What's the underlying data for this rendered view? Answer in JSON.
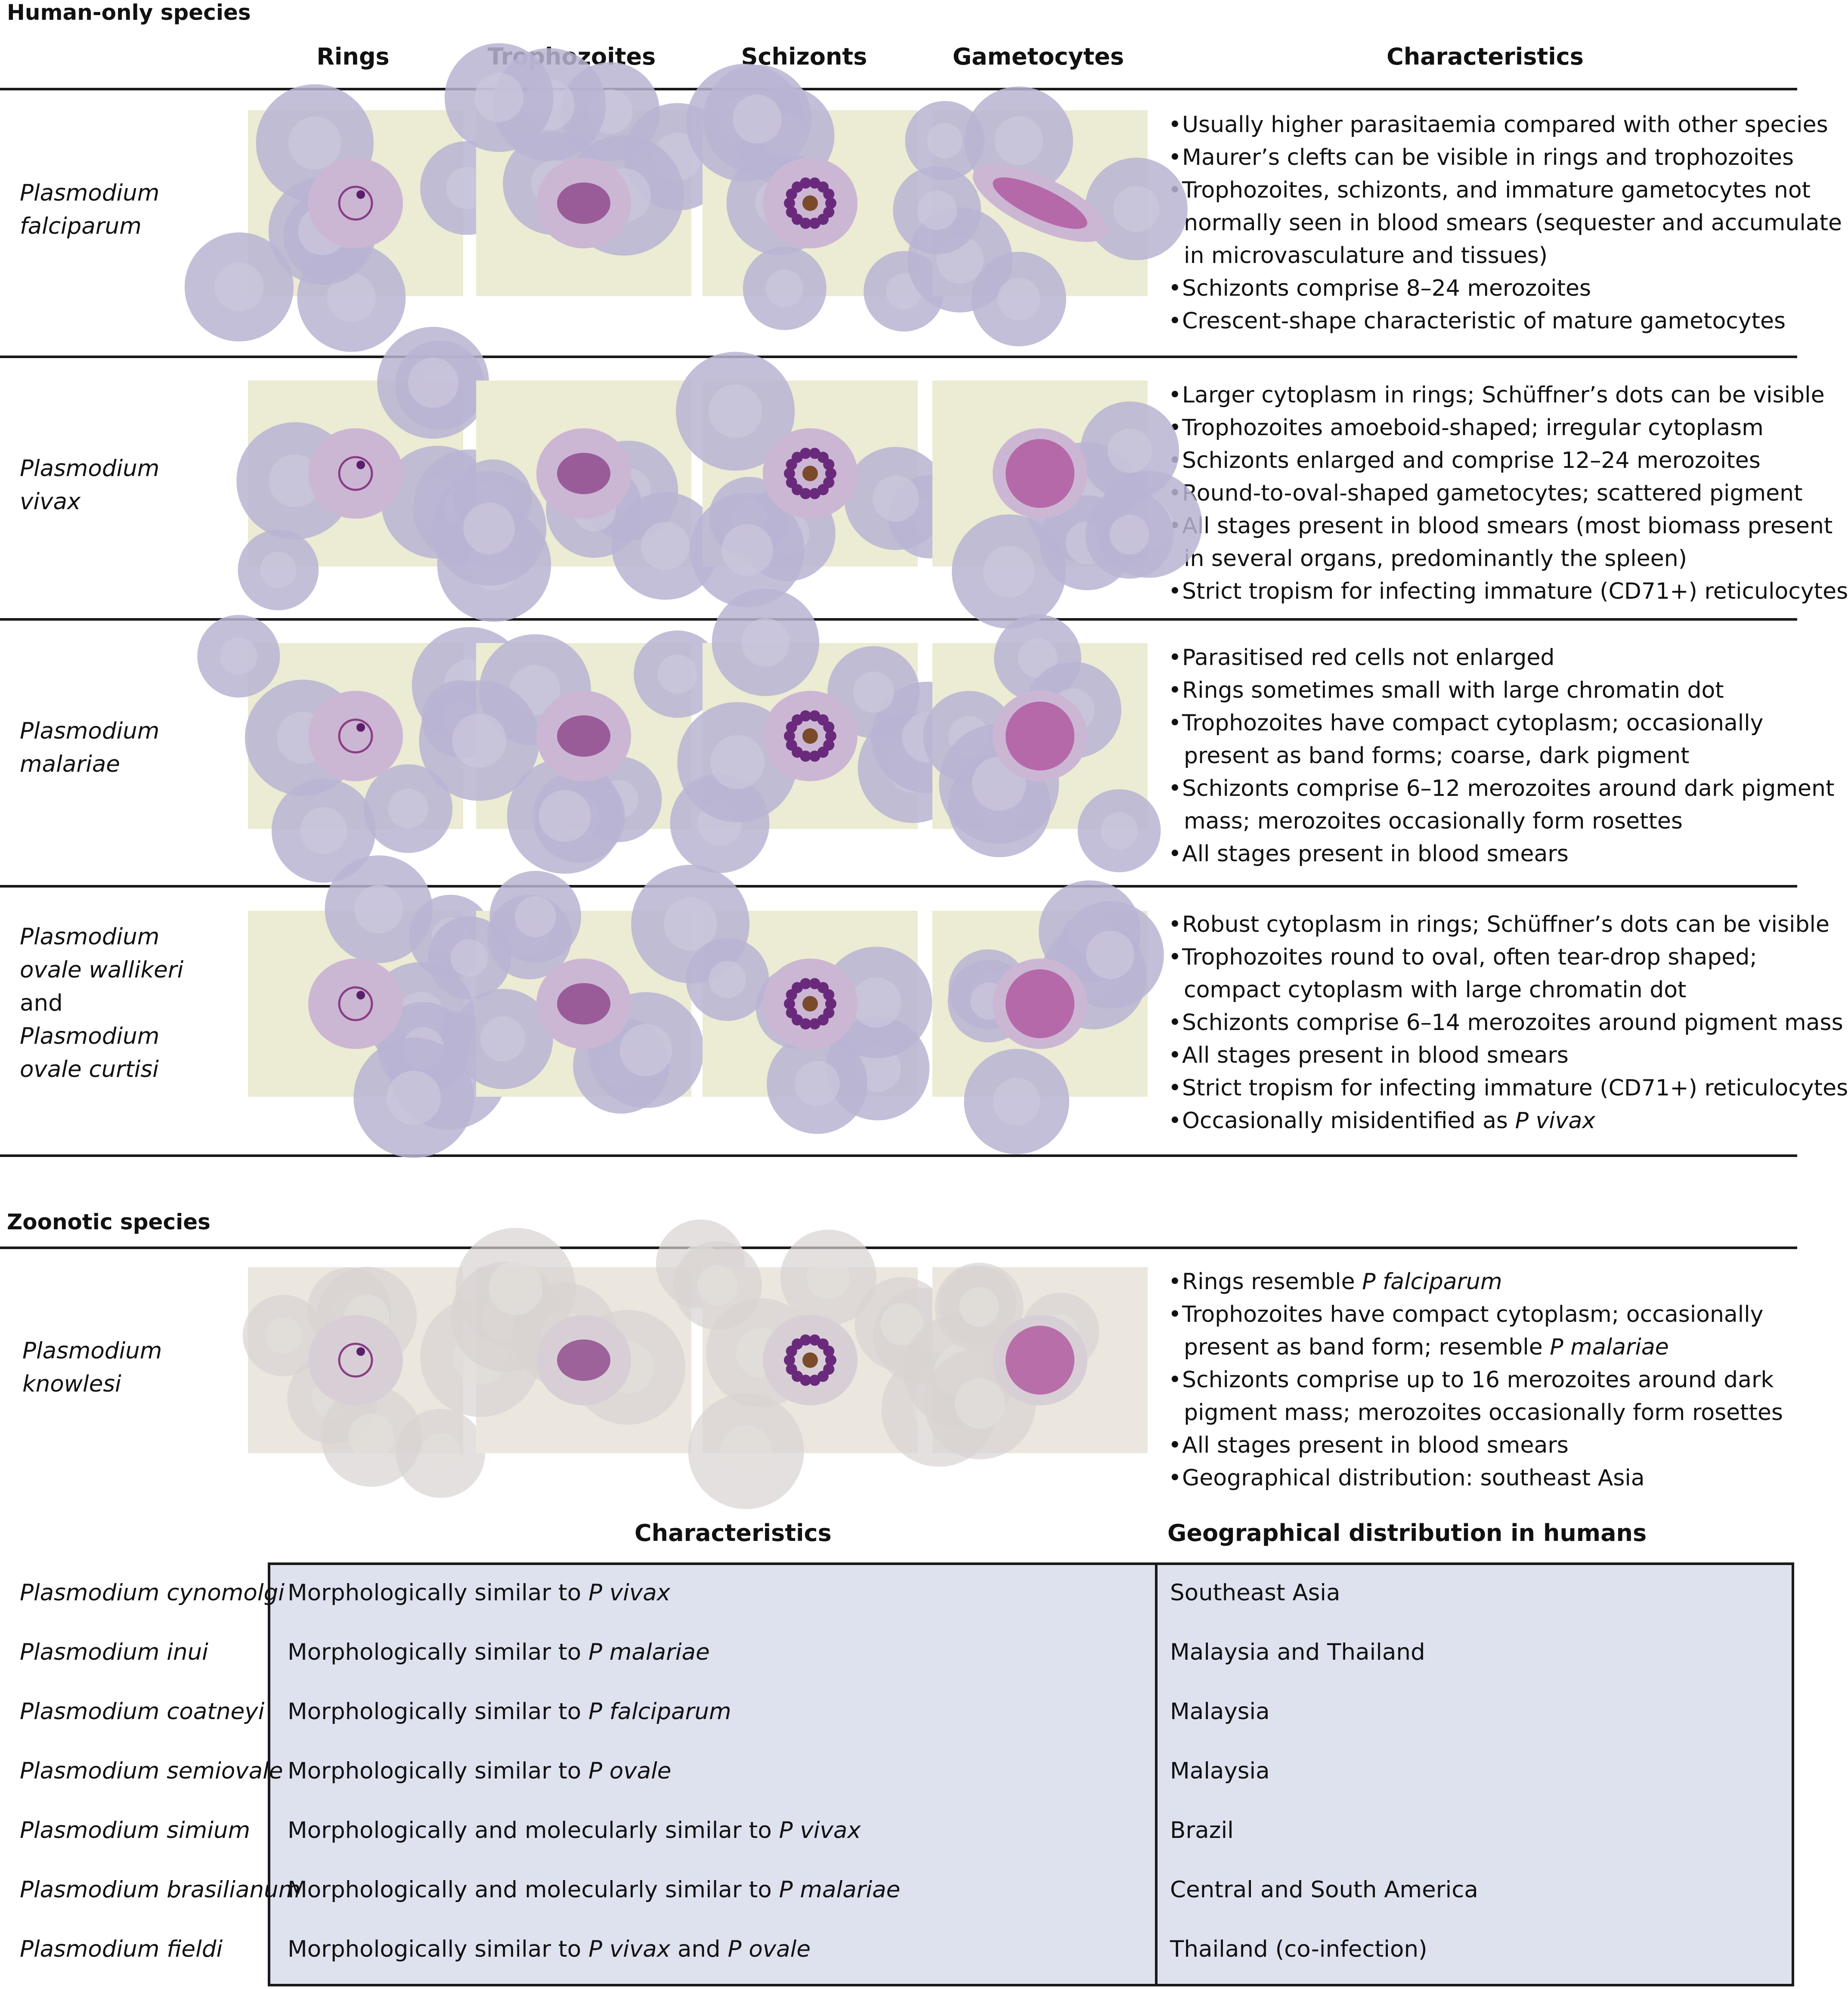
{
  "human_section": {
    "title": "Human-only species",
    "columns": [
      "Rings",
      "Trophozoites",
      "Schizonts",
      "Gametocytes",
      "Characteristics"
    ],
    "rows": [
      {
        "species_lines": [
          "Plasmodium",
          "falciparum"
        ],
        "characteristics": [
          {
            "text": "Usually higher parasitaemia compared  with other species",
            "bullet": true
          },
          {
            "text": "Maurer’s clefts can be visible in rings and trophozoites",
            "bullet": true
          },
          {
            "text": "Trophozoites, schizonts, and immature gametocytes not",
            "bullet": true
          },
          {
            "text": "normally seen in blood smears (sequester and accumulate",
            "bullet": false
          },
          {
            "text": "in microvasculature and tissues)",
            "bullet": false
          },
          {
            "text": "Schizonts comprise 8–24 merozoites",
            "bullet": true
          },
          {
            "text": "Crescent-shape characteristic of mature gametocytes",
            "bullet": true
          }
        ]
      },
      {
        "species_lines": [
          "Plasmodium",
          "vivax"
        ],
        "characteristics": [
          {
            "text": "Larger cytoplasm in rings; Schüffner’s dots can be visible",
            "bullet": true
          },
          {
            "text": "Trophozoites amoeboid-shaped; irregular cytoplasm",
            "bullet": true
          },
          {
            "text": "Schizonts enlarged and comprise 12–24 merozoites",
            "bullet": true
          },
          {
            "text": "Round-to-oval-shaped gametocytes; scattered pigment",
            "bullet": true
          },
          {
            "text": "All stages present in blood smears (most biomass present",
            "bullet": true
          },
          {
            "text": "in several organs, predominantly the spleen)",
            "bullet": false
          },
          {
            "text": "Strict tropism for infecting immature (CD71+) reticulocytes",
            "bullet": true
          }
        ]
      },
      {
        "species_lines": [
          "Plasmodium",
          "malariae"
        ],
        "characteristics": [
          {
            "text": "Parasitised red cells not enlarged",
            "bullet": true
          },
          {
            "text": "Rings sometimes small with large chromatin dot",
            "bullet": true
          },
          {
            "text": "Trophozoites have compact cytoplasm; occasionally",
            "bullet": true
          },
          {
            "text": "present as band forms; coarse, dark pigment",
            "bullet": false
          },
          {
            "text": "Schizonts comprise 6–12 merozoites around dark pigment",
            "bullet": true
          },
          {
            "text": "mass; merozoites occasionally form rosettes",
            "bullet": false
          },
          {
            "text": "All stages present in blood smears",
            "bullet": true
          }
        ]
      },
      {
        "species_lines": [
          "Plasmodium",
          "ovale wallikeri",
          "and",
          "Plasmodium",
          "ovale curtisi"
        ],
        "characteristics": [
          {
            "text": "Robust cytoplasm in rings; Schüffner’s dots can be visible",
            "bullet": true
          },
          {
            "text": "Trophozoites round to oval, often tear-drop shaped;",
            "bullet": true
          },
          {
            "text": "compact cytoplasm with large chromatin dot",
            "bullet": false
          },
          {
            "text": "Schizonts comprise 6–14 merozoites around pigment mass",
            "bullet": true
          },
          {
            "text": "All stages present in blood smears",
            "bullet": true
          },
          {
            "text": "Strict tropism for infecting immature (CD71+) reticulocytes",
            "bullet": true
          },
          {
            "text": "Occasionally misidentified as ",
            "italic_tail": "P vivax",
            "bullet": true
          }
        ]
      }
    ]
  },
  "zoonotic_section": {
    "title": "Zoonotic species",
    "knowlesi": {
      "species_lines": [
        "Plasmodium",
        "knowlesi"
      ],
      "characteristics": [
        {
          "text": "Rings resemble ",
          "italic_tail": "P falciparum",
          "bullet": true
        },
        {
          "text": "Trophozoites have compact cytoplasm; occasionally",
          "bullet": true
        },
        {
          "text": "present as band form; resemble ",
          "italic_tail": "P malariae",
          "bullet": false
        },
        {
          "text": "Schizonts comprise up to 16 merozoites around dark",
          "bullet": true
        },
        {
          "text": "pigment mass; merozoites occasionally form rosettes",
          "bullet": false
        },
        {
          "text": "All stages present in blood smears",
          "bullet": true
        },
        {
          "text": "Geographical distribution: southeast Asia",
          "bullet": true
        }
      ]
    },
    "table": {
      "col_characteristics": "Characteristics",
      "col_geo": "Geographical distribution in humans",
      "rows": [
        {
          "species": "Plasmodium cynomolgi",
          "char_prefix": "Morphologically similar to ",
          "char_italic": "P  vivax",
          "char_mid": "",
          "char_italic2": "",
          "geo": "Southeast Asia"
        },
        {
          "species": "Plasmodium inui",
          "char_prefix": "Morphologically similar to ",
          "char_italic": "P malariae",
          "char_mid": "",
          "char_italic2": "",
          "geo": "Malaysia and Thailand"
        },
        {
          "species": "Plasmodium coatneyi",
          "char_prefix": "Morphologically similar to ",
          "char_italic": "P falciparum",
          "char_mid": "",
          "char_italic2": "",
          "geo": "Malaysia"
        },
        {
          "species": "Plasmodium semiovale",
          "char_prefix": "Morphologically similar to ",
          "char_italic": "P ovale",
          "char_mid": "",
          "char_italic2": "",
          "geo": "Malaysia"
        },
        {
          "species": "Plasmodium simium",
          "char_prefix": "Morphologically and molecularly similar to ",
          "char_italic": "P vivax",
          "char_mid": "",
          "char_italic2": "",
          "geo": "Brazil"
        },
        {
          "species": "Plasmodium brasilianum",
          "char_prefix": "Morphologically and molecularly similar to ",
          "char_italic": "P malariae",
          "char_mid": "",
          "char_italic2": "",
          "geo": "Central and South America"
        },
        {
          "species": "Plasmodium fieldi",
          "char_prefix": "Morphologically similar to ",
          "char_italic": "P vivax",
          "char_mid": " and ",
          "char_italic2": "P ovale",
          "geo": "Thailand (co-infection)"
        }
      ]
    }
  },
  "colors": {
    "table_fill": "#dee2ef",
    "rule": "#1a1a1a",
    "rbc": "#b9b4d2",
    "background_smear": "#ecebd3",
    "stain": "#8a3d86"
  }
}
